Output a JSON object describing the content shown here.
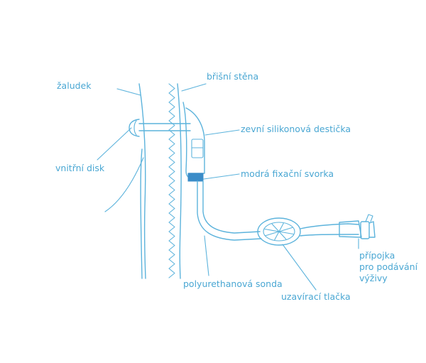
{
  "labels": {
    "stomach": "žaludek",
    "abdominal_wall": "břišní stěna",
    "external_plate": "zevní silikonová destička",
    "internal_disc": "vnitřní disk",
    "blue_clamp": "modrá fixační svorka",
    "polyurethane_tube": "polyurethanová sonda",
    "closing_clamp": "uzavírací tlačka",
    "feeding_connector": [
      "přípojka",
      "pro podávání",
      "výživy"
    ]
  },
  "colors": {
    "line": "#5cb3dc",
    "text": "#4aa7d3",
    "clamp": "#3a8cc8",
    "background": "#ffffff"
  }
}
